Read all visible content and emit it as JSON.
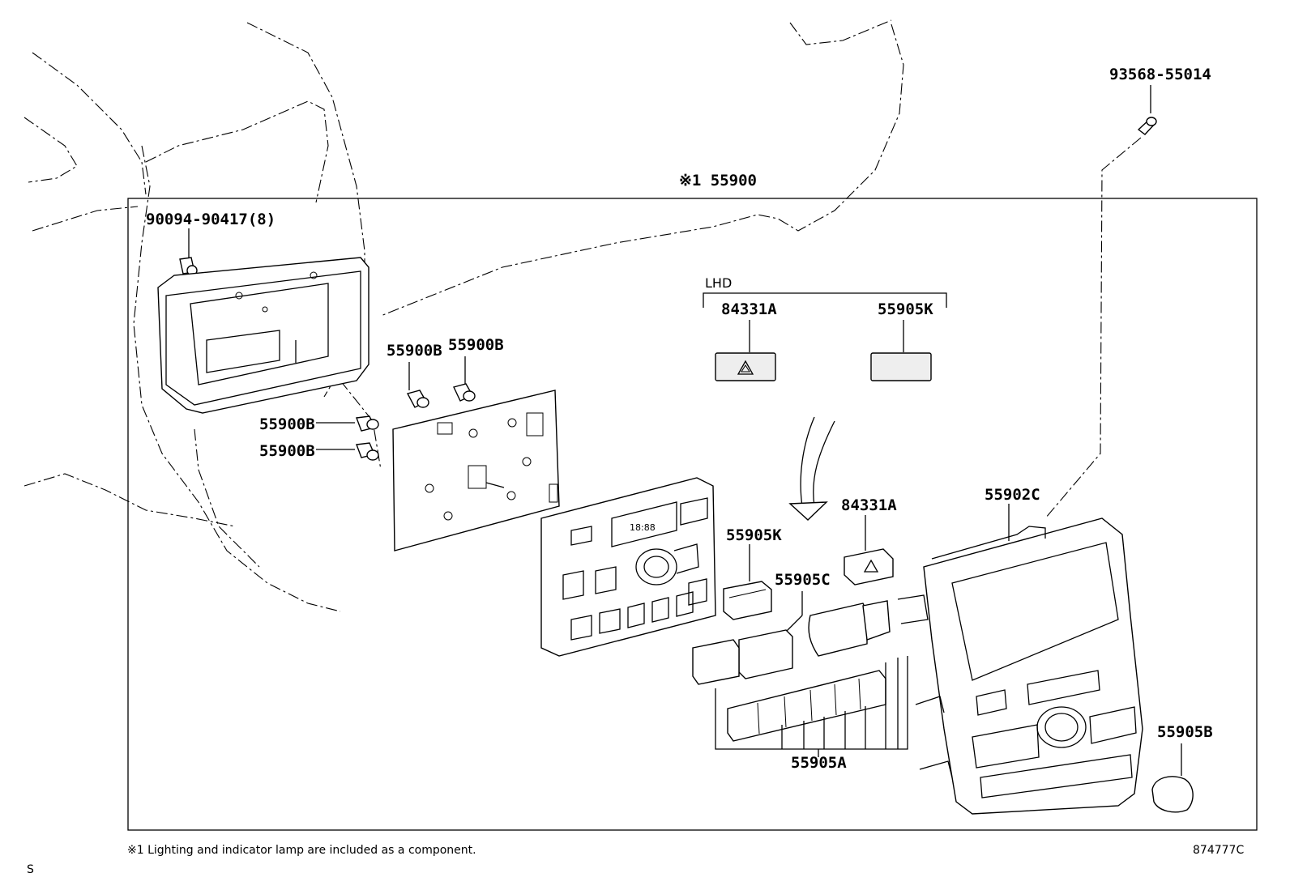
{
  "callouts": {
    "bolt": "93568-55014",
    "assembly": "※1 55900",
    "screw": "90094-90417(8)",
    "lhd": "LHD",
    "lhd_hazard": "84331A",
    "lhd_blank": "55905K",
    "bulb_b1": "55900B",
    "bulb_b2": "55900B",
    "bulb_b3": "55900B",
    "bulb_b4": "55900B",
    "knob_k": "55905K",
    "hazard": "84331A",
    "panel": "55902C",
    "knob_c": "55905C",
    "cap": "55905B",
    "buttons_a": "55905A"
  },
  "footnote": "※1 Lighting and indicator lamp are included as a component.",
  "diagram_code": "874777C",
  "corner_mark": "S",
  "clock_display": "18:88"
}
